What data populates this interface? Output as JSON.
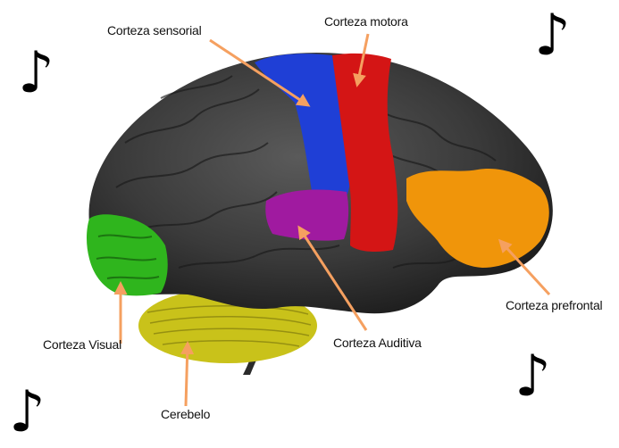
{
  "labels": {
    "sensorial": "Corteza sensorial",
    "motora": "Corteza motora",
    "prefrontal": "Corteza prefrontal",
    "auditiva": "Corteza Auditiva",
    "visual": "Corteza Visual",
    "cerebelo": "Cerebelo"
  },
  "icons": {
    "note": "♪"
  },
  "colors": {
    "brain": "#3a3a3a",
    "sensorial": "#1f3fd6",
    "motora": "#d41515",
    "prefrontal": "#f0950a",
    "auditiva": "#a01aa0",
    "visual": "#2fb51d",
    "cerebelo": "#c9c21a",
    "arrow": "#f5a060"
  }
}
